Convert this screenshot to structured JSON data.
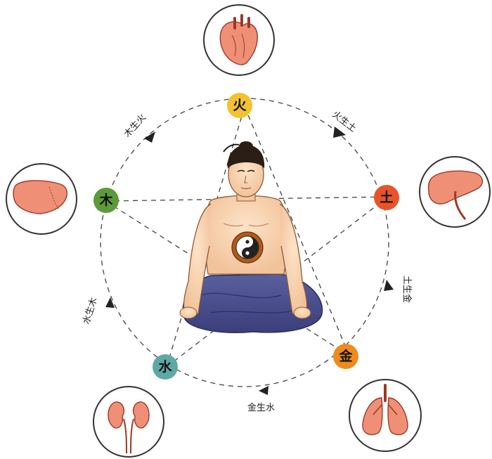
{
  "elements": {
    "fire": {
      "label": "火",
      "color": "#f2c230"
    },
    "earth": {
      "label": "土",
      "color": "#e8542a"
    },
    "metal": {
      "label": "金",
      "color": "#ef8b1e"
    },
    "water": {
      "label": "水",
      "color": "#5ea8a6"
    },
    "wood": {
      "label": "木",
      "color": "#5c9a3a"
    }
  },
  "cycle": {
    "wood_fire": "木生火",
    "fire_earth": "火生土",
    "earth_metal": "土生金",
    "metal_water": "金生水",
    "water_wood": "水生木"
  },
  "organs": {
    "heart": "heart-icon",
    "spleen": "spleen-icon",
    "lungs": "lungs-icon",
    "kidneys": "kidneys-icon",
    "liver": "liver-icon"
  },
  "figure": "meditating-figure"
}
